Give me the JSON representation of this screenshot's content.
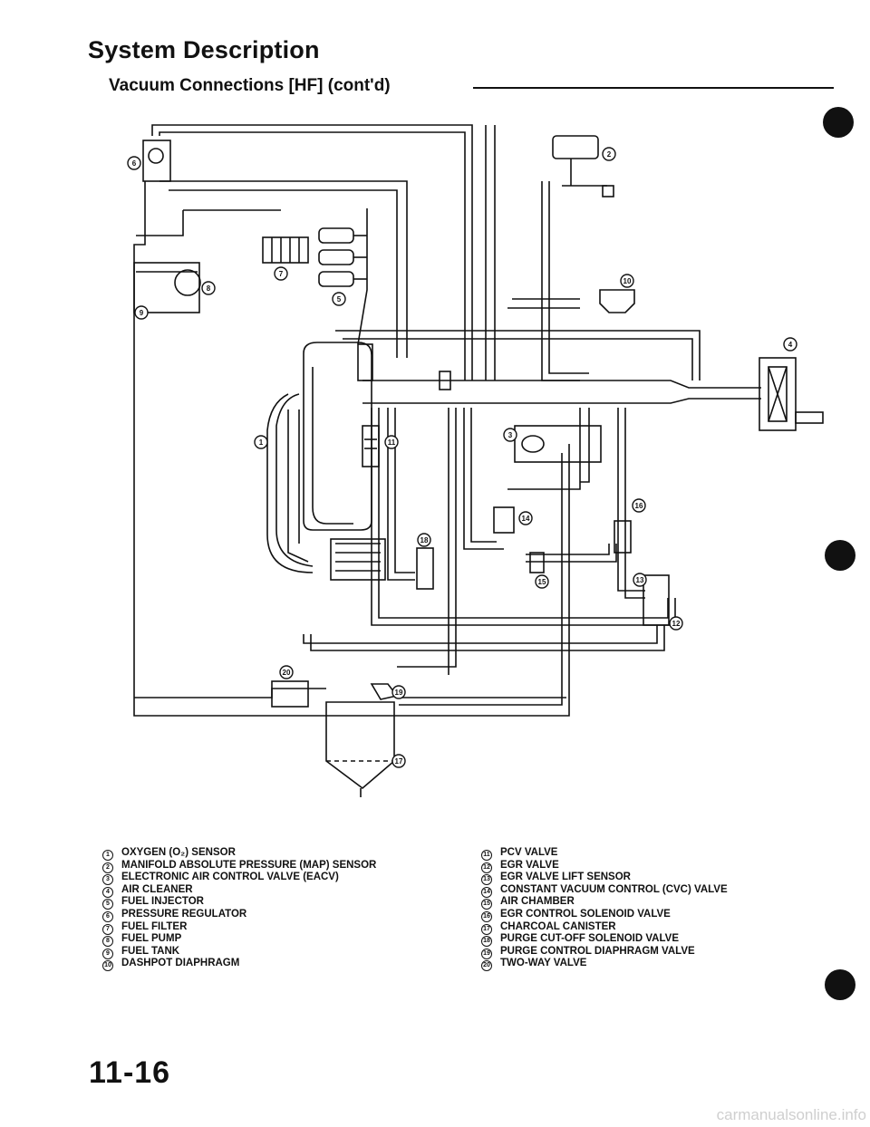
{
  "title": "System Description",
  "section_heading": "Vacuum Connections [HF] (cont'd)",
  "diagram_callouts": [
    "1",
    "2",
    "3",
    "4",
    "5",
    "6",
    "7",
    "8",
    "9",
    "10",
    "11",
    "12",
    "13",
    "14",
    "15",
    "16",
    "17",
    "18",
    "19",
    "20"
  ],
  "legend_left": [
    {
      "num": "1",
      "label": "OXYGEN (O₂) SENSOR"
    },
    {
      "num": "2",
      "label": "MANIFOLD ABSOLUTE PRESSURE (MAP) SENSOR"
    },
    {
      "num": "3",
      "label": "ELECTRONIC AIR CONTROL VALVE (EACV)"
    },
    {
      "num": "4",
      "label": "AIR CLEANER"
    },
    {
      "num": "5",
      "label": "FUEL INJECTOR"
    },
    {
      "num": "6",
      "label": "PRESSURE REGULATOR"
    },
    {
      "num": "7",
      "label": "FUEL FILTER"
    },
    {
      "num": "8",
      "label": "FUEL PUMP"
    },
    {
      "num": "9",
      "label": "FUEL TANK"
    },
    {
      "num": "10",
      "label": "DASHPOT DIAPHRAGM"
    }
  ],
  "legend_right": [
    {
      "num": "11",
      "label": "PCV VALVE"
    },
    {
      "num": "12",
      "label": "EGR VALVE"
    },
    {
      "num": "13",
      "label": "EGR VALVE LIFT SENSOR"
    },
    {
      "num": "14",
      "label": "CONSTANT VACUUM CONTROL (CVC) VALVE"
    },
    {
      "num": "15",
      "label": "AIR CHAMBER"
    },
    {
      "num": "16",
      "label": "EGR CONTROL SOLENOID VALVE"
    },
    {
      "num": "17",
      "label": "CHARCOAL CANISTER"
    },
    {
      "num": "18",
      "label": "PURGE CUT-OFF SOLENOID VALVE"
    },
    {
      "num": "19",
      "label": "PURGE CONTROL DIAPHRAGM VALVE"
    },
    {
      "num": "20",
      "label": "TWO-WAY VALVE"
    }
  ],
  "page_number": "11-16",
  "watermark": "carmanualsonline.info"
}
